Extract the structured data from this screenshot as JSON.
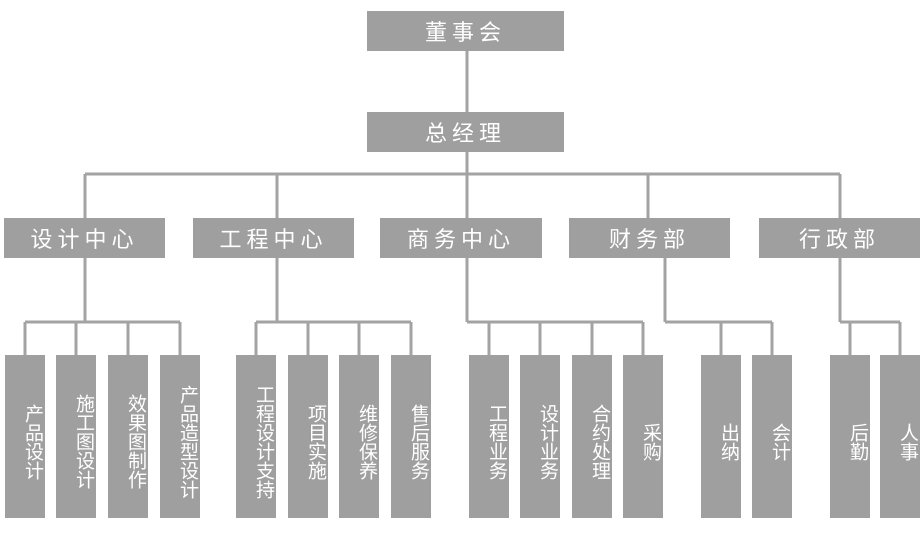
{
  "colors": {
    "box": "#9f9f9f",
    "line": "#a3a3a3",
    "text": "#ffffff",
    "background": "#ffffff"
  },
  "org": {
    "board": "董事会",
    "gm": "总经理",
    "departments": [
      {
        "name": "设计中心",
        "units": [
          "产品设计",
          "施工图设计",
          "效果图制作",
          "产品造型设计"
        ]
      },
      {
        "name": "工程中心",
        "units": [
          "工程设计支持",
          "项目实施",
          "维修保养",
          "售后服务"
        ]
      },
      {
        "name": "商务中心",
        "units": [
          "工程业务",
          "设计业务",
          "合约处理",
          "采购"
        ]
      },
      {
        "name": "财务部",
        "units": [
          "出纳",
          "会计"
        ]
      },
      {
        "name": "行政部",
        "units": [
          "后勤",
          "人事"
        ]
      }
    ]
  }
}
